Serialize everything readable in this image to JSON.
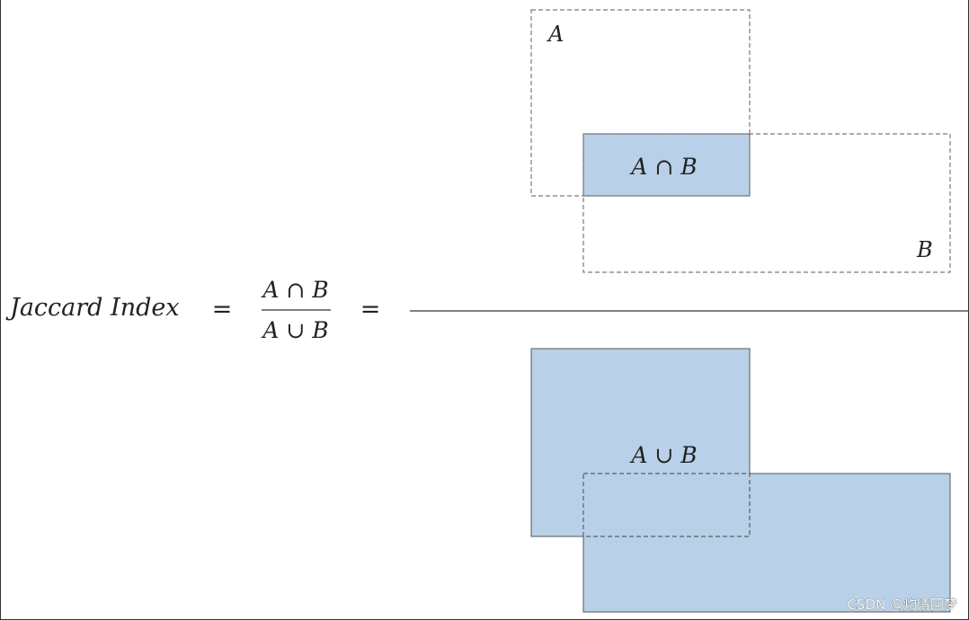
{
  "equation": {
    "lhs": "Jaccard Index",
    "equals": "=",
    "numerator": "A ∩ B",
    "denominator": "A ∪ B"
  },
  "top_diagram": {
    "set_a_label": "A",
    "set_b_label": "B",
    "intersection_label": "A ∩ B"
  },
  "bottom_diagram": {
    "union_label": "A ∪ B"
  },
  "colors": {
    "fill": "#b8d1e8",
    "outline": "#7a7a7a",
    "text": "#222222"
  },
  "watermark": "CSDN @灼清回梦"
}
